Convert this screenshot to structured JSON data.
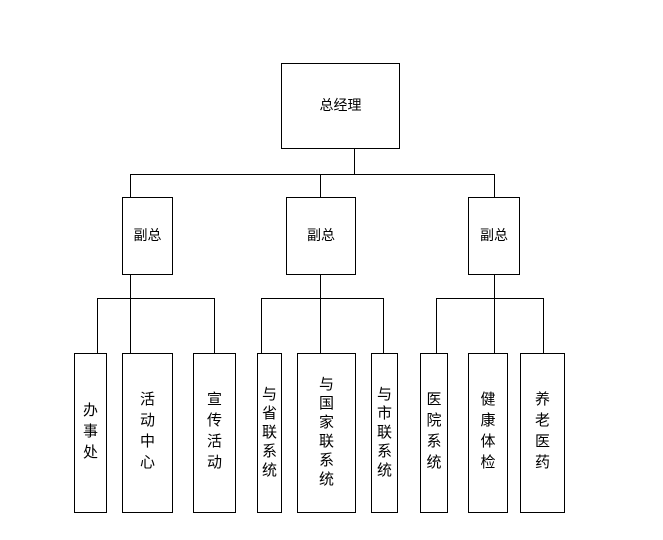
{
  "top": {
    "label": "总经理"
  },
  "vice": [
    {
      "label": "副总"
    },
    {
      "label": "副总"
    },
    {
      "label": "副总"
    }
  ],
  "units": [
    {
      "label": "办事处"
    },
    {
      "label": "活动中心"
    },
    {
      "label": "宣传活动"
    },
    {
      "label": "与省联系统"
    },
    {
      "label": "与国家联系统"
    },
    {
      "label": "与市联系统"
    },
    {
      "label": "医院系统"
    },
    {
      "label": "健康体检"
    },
    {
      "label": "养老医药"
    }
  ]
}
